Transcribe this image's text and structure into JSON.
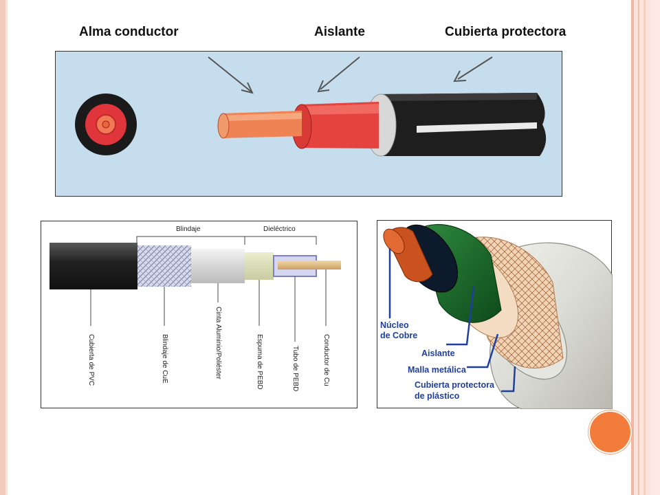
{
  "top_labels": {
    "core": "Alma conductor",
    "insulator": "Aislante",
    "cover": "Cubierta protectora"
  },
  "diagram2": {
    "group_labels": {
      "shield": "Blindaje",
      "dielectric": "Dieléctrico"
    },
    "layers": [
      "Cubierta  de PVC",
      "Blindaje de CuE",
      "Cinta Aluminio/Poliéster",
      "Espuma de PEBD",
      "Tubo de PEBD",
      "Conductor de Cu"
    ]
  },
  "diagram3": {
    "labels": {
      "core_line1": "Núcleo",
      "core_line2": "de Cobre",
      "insulator": "Aislante",
      "mesh": "Malla metálica",
      "cover_line1": "Cubierta protectora",
      "cover_line2": "de plástico"
    }
  },
  "colors": {
    "accent_circle": "#f47c3b",
    "label_blue": "#1f3f9f",
    "copper": "#e8663a",
    "jacket": "#222222"
  }
}
